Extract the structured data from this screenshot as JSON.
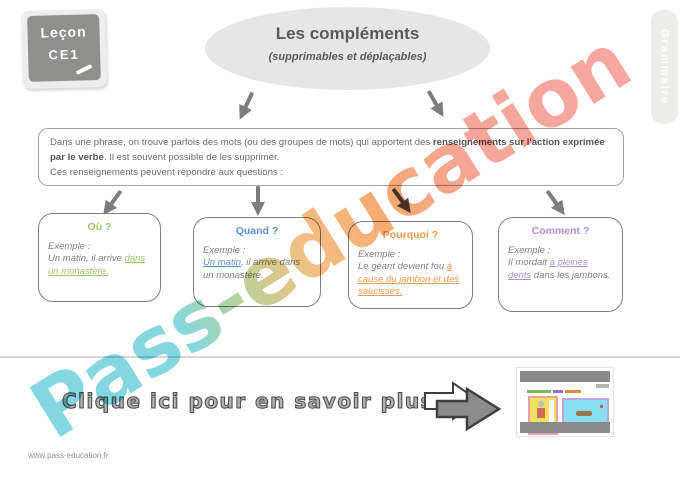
{
  "badge": {
    "line1": "Leçon",
    "line2": "CE1"
  },
  "subject_tab": "Grammaire",
  "title": {
    "main": "Les compléments",
    "subtitle": "(supprimables et déplaçables)"
  },
  "intro": {
    "text_before_bold": "Dans une phrase, on trouve parfois des mots (ou des groupes de mots) qui apportent des ",
    "text_bold": "renseignements sur l'action exprimée par le verbe",
    "text_after_bold": ". Il est souvent possible de les supprimer.",
    "line2": "Ces renseignements peuvent répondre aux questions :"
  },
  "boxes": [
    {
      "title": "Où ?",
      "color": "#9dc36b",
      "example_label": "Exemple :",
      "pre": "Un matin, il arrive ",
      "highlight": "dans un monastère.",
      "post": ""
    },
    {
      "title": "Quand ?",
      "color": "#5b8fd4",
      "example_label": "Exemple :",
      "pre": "",
      "highlight": "Un matin",
      "post": ", il arrive dans un monastère."
    },
    {
      "title": "Pourquoi ?",
      "color": "#f09a55",
      "example_label": "Exemple :",
      "pre": "Le géant devient fou ",
      "highlight": "à cause du jambon et des saucisses.",
      "post": ""
    },
    {
      "title": "Comment ?",
      "color": "#b18cd9",
      "example_label": "Exemple :",
      "pre": "Il mordait ",
      "highlight": "à pleines dents",
      "post": " dans les jambons."
    }
  ],
  "cta": {
    "label": "Clique ici pour en savoir plus !!!"
  },
  "watermark": {
    "text": "Pass-education",
    "colors": [
      "#6fd0da 0%",
      "#6fd0da 24%",
      "#abcb88 34%",
      "#f2b36e 46%",
      "#f29a58 60%",
      "#f4958a 74%",
      "#f4988f 100%"
    ]
  },
  "footer": {
    "site": "www.pass-education.fr"
  }
}
